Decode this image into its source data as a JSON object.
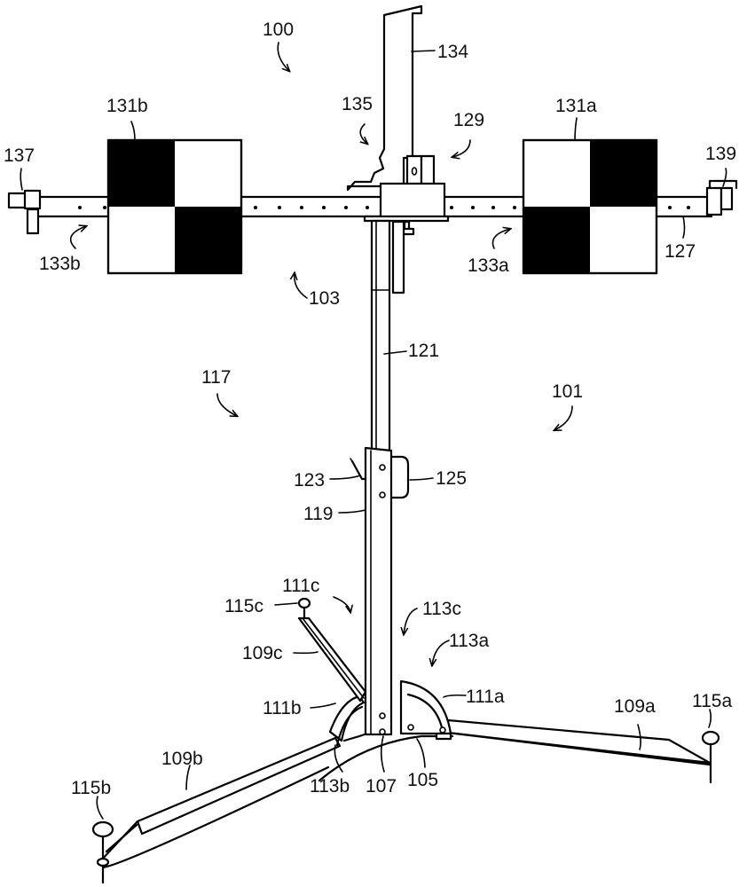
{
  "figure": {
    "title": "Calibration target stand",
    "labels": {
      "n100": "100",
      "n101": "101",
      "n103": "103",
      "n105": "105",
      "n107": "107",
      "n109a": "109a",
      "n109b": "109b",
      "n109c": "109c",
      "n111a": "111a",
      "n111b": "111b",
      "n111c": "111c",
      "n113a": "113a",
      "n113b": "113b",
      "n113c": "113c",
      "n115a": "115a",
      "n115b": "115b",
      "n115c": "115c",
      "n117": "117",
      "n119": "119",
      "n121": "121",
      "n123": "123",
      "n125": "125",
      "n127": "127",
      "n129": "129",
      "n131a": "131a",
      "n131b": "131b",
      "n133a": "133a",
      "n133b": "133b",
      "n134": "134",
      "n135": "135",
      "n137": "137",
      "n139": "139"
    },
    "colors": {
      "line": "#000000",
      "background": "#ffffff"
    }
  }
}
